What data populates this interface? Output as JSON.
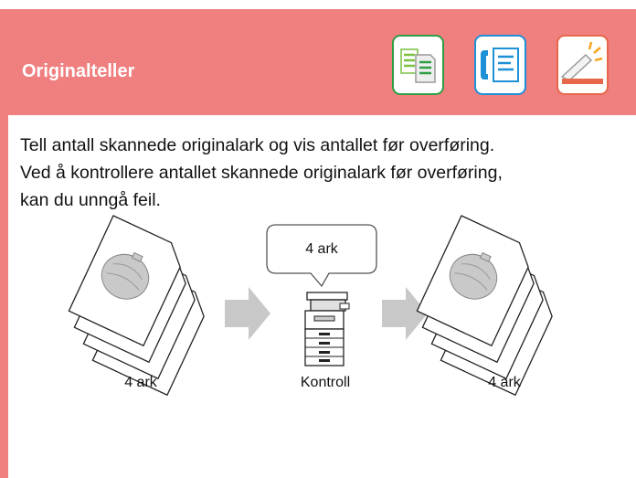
{
  "header": {
    "title": "Originalteller",
    "mode_icons": [
      {
        "name": "copy-icon",
        "border_color": "#2e9e44"
      },
      {
        "name": "fax-icon",
        "border_color": "#1e90d8"
      },
      {
        "name": "scan-icon",
        "border_color": "#e8674b"
      }
    ]
  },
  "body": {
    "line1": "Tell antall skannede originalark og vis antallet før overføring.",
    "line2": "Ved å kontrollere antallet skannede originalark før overføring,",
    "line3": "kan du unngå feil."
  },
  "illustration": {
    "bubble_text": "4 ark",
    "left_caption": "4 ark",
    "middle_caption": "Kontroll",
    "right_caption": "4 ark"
  },
  "colors": {
    "header": "#f07f7f",
    "arrow": "#c8c8c8",
    "melon": "#c9c9c9"
  }
}
